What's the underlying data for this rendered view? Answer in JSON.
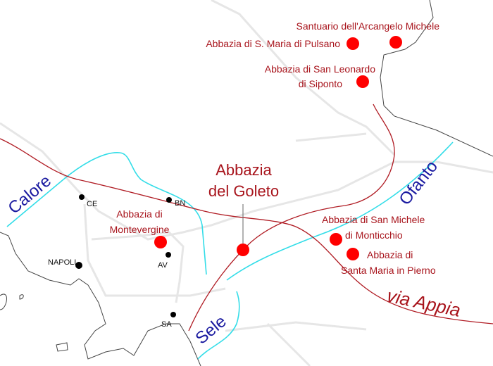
{
  "sites": {
    "santuario": {
      "label": "Santuario dell'Arcangelo Michele"
    },
    "pulsano": {
      "label": "Abbazia di S. Maria di Pulsano"
    },
    "san_leonardo": {
      "line1": "Abbazia di San Leonardo",
      "line2": "di Siponto"
    },
    "montevergine": {
      "line1": "Abbazia di",
      "line2": "Montevergine"
    },
    "goleto": {
      "line1": "Abbazia",
      "line2": "del Goleto"
    },
    "monticchio": {
      "line1": "Abbazia di San Michele",
      "line2": "di Monticchio"
    },
    "pierno": {
      "line1": "Abbazia di",
      "line2": "Santa Maria in Pierno"
    }
  },
  "cities": {
    "ce": "CE",
    "bn": "BN",
    "napoli": "NAPOLI",
    "av": "AV",
    "sa": "SA"
  },
  "rivers": {
    "calore": "Calore",
    "sele": "Sele",
    "ofanto": "Ofanto"
  },
  "roads": {
    "appia": "via Appia"
  },
  "colors": {
    "site": "#ff0000",
    "label": "#a8141c",
    "river": "#33dde8",
    "river_label": "#1a1aa0",
    "road": "#b01c24"
  }
}
